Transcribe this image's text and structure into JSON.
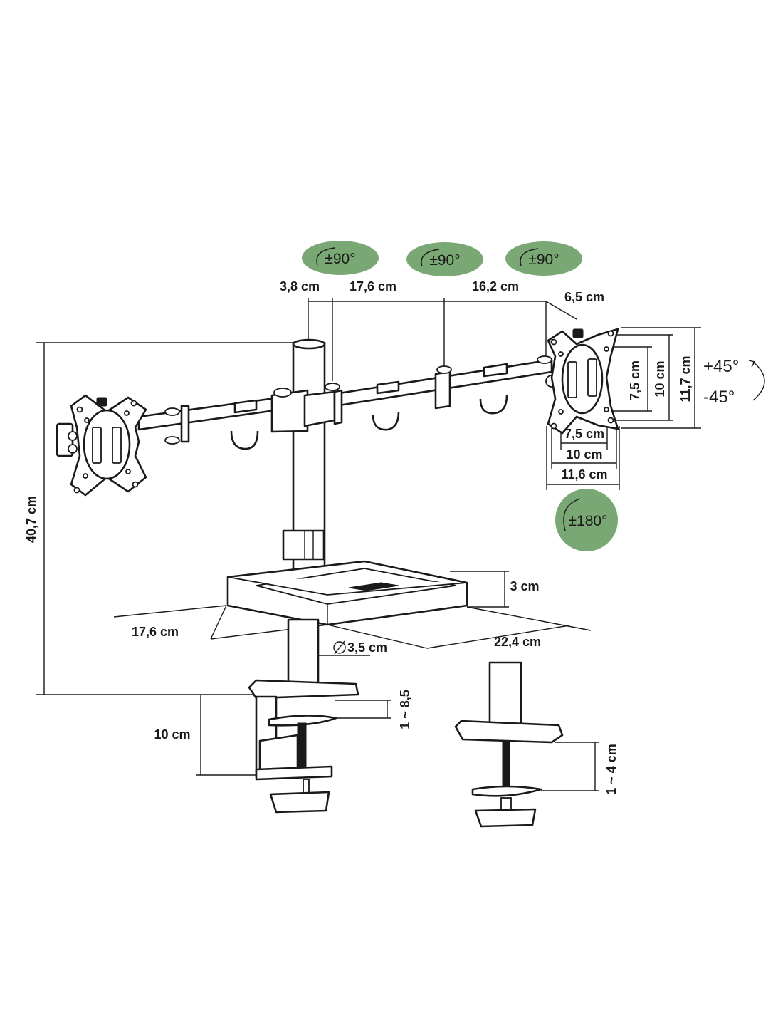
{
  "colors": {
    "badge_fill": "#7aa874",
    "ink": "#1a1a1a",
    "background": "#ffffff"
  },
  "rotation_badges": [
    {
      "label": "±90°"
    },
    {
      "label": "±90°"
    },
    {
      "label": "±90°"
    },
    {
      "label": "±180°"
    }
  ],
  "tilt": {
    "plus": "+45°",
    "minus": "-45°"
  },
  "dimensions": {
    "arm_offset": "3,8 cm",
    "arm_segment_1": "17,6 cm",
    "arm_segment_2": "16,2 cm",
    "plate_depth": "6,5 cm",
    "vesa_v75": "7,5 cm",
    "vesa_v100": "10 cm",
    "plate_height": "11,7 cm",
    "vesa_h75": "7,5 cm",
    "vesa_h100": "10 cm",
    "plate_width": "11,6 cm",
    "total_height": "40,7 cm",
    "tray_height": "3 cm",
    "tray_depth": "17,6 cm",
    "tray_width": "22,4 cm",
    "pole_diameter": "3,5 cm",
    "clamp_height": "10 cm",
    "clamp_range": "1 ~ 8,5",
    "grommet_range": "1 ~ 4 cm"
  }
}
